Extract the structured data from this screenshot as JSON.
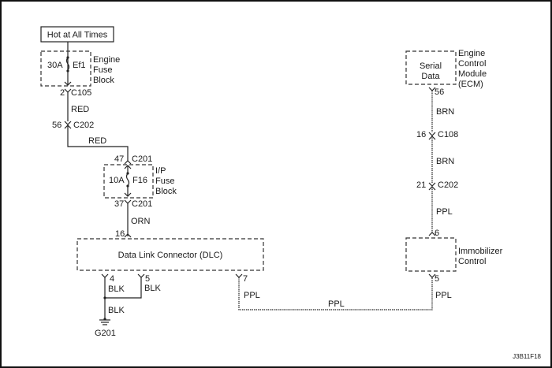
{
  "diagram": {
    "code": "J3B11F18",
    "power_source": "Hot at All Times",
    "engine_fuse_block": {
      "label_lines": [
        "Engine",
        "Fuse",
        "Block"
      ],
      "fuse_rating": "30A",
      "fuse_id": "Ef1"
    },
    "connectors": {
      "c105": {
        "pin": "2",
        "name": "C105"
      },
      "c202_left": {
        "pin": "56",
        "name": "C202"
      },
      "c201_in": {
        "pin": "47",
        "name": "C201"
      },
      "c201_out": {
        "pin": "37",
        "name": "C201"
      },
      "dlc_in": {
        "pin": "16"
      },
      "dlc_4": {
        "pin": "4"
      },
      "dlc_5": {
        "pin": "5"
      },
      "dlc_7": {
        "pin": "7"
      },
      "ecm_56": {
        "pin": "56"
      },
      "c108": {
        "pin": "16",
        "name": "C108"
      },
      "c202_right": {
        "pin": "21",
        "name": "C202"
      },
      "immo_6": {
        "pin": "6"
      },
      "immo_5": {
        "pin": "5"
      }
    },
    "ip_fuse_block": {
      "label_lines": [
        "I/P",
        "Fuse",
        "Block"
      ],
      "fuse_rating": "10A",
      "fuse_id": "F16"
    },
    "dlc": {
      "label": "Data Link Connector (DLC)"
    },
    "ecm": {
      "inner_lines": [
        "Serial",
        "Data"
      ],
      "label_lines": [
        "Engine",
        "Control",
        "Module",
        "(ECM)"
      ]
    },
    "immobilizer": {
      "label_lines": [
        "Immobilizer",
        "Control"
      ]
    },
    "ground": {
      "name": "G201"
    },
    "wire_colors": {
      "red_1": "RED",
      "red_2": "RED",
      "orn": "ORN",
      "blk_4": "BLK",
      "blk_5": "BLK",
      "blk_gnd": "BLK",
      "ppl_dlc": "PPL",
      "ppl_bottom": "PPL",
      "ppl_immo": "PPL",
      "brn_1": "BRN",
      "brn_2": "BRN",
      "ppl_c202": "PPL"
    }
  }
}
